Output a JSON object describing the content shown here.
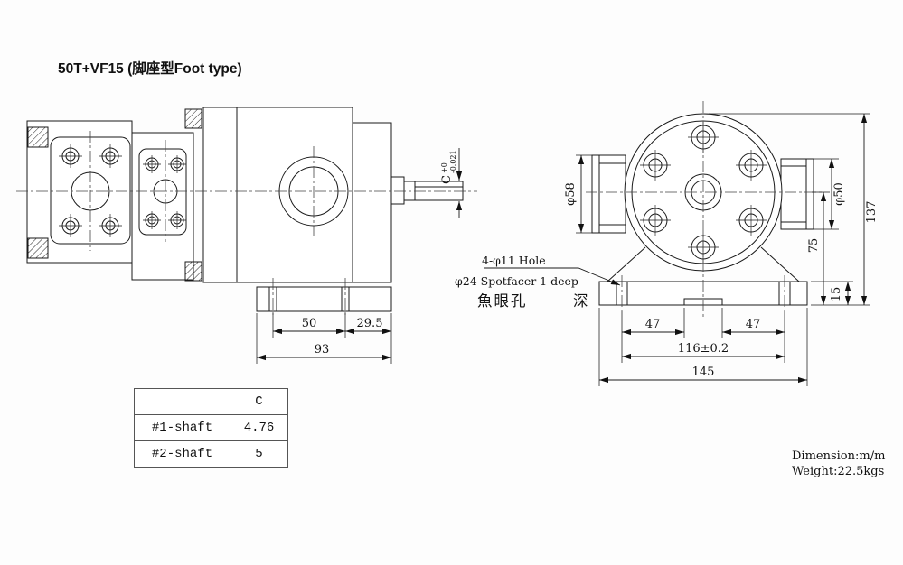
{
  "title": "50T+VF15 (脚座型Foot type)",
  "side_view": {
    "dim_50": "50",
    "dim_29_5": "29.5",
    "dim_93": "93",
    "shaft_dim": {
      "letter": "C",
      "upper_tol": "+0",
      "lower_tol": "-0.021"
    }
  },
  "front_view": {
    "dim_phi58": "φ58",
    "dim_phi50": "φ50",
    "dim_137": "137",
    "dim_75": "75",
    "dim_15": "15",
    "dim_47_left": "47",
    "dim_47_right": "47",
    "dim_116": "116±0.2",
    "dim_145": "145",
    "note_hole": "4-φ11 Hole",
    "note_spotfacer": "φ24 Spotfacer 1 deep",
    "note_cjk_spotface": "魚眼孔",
    "note_cjk_deep": "深"
  },
  "table": {
    "header_c": "C",
    "rows": [
      {
        "name": "#1-shaft",
        "value": "4.76"
      },
      {
        "name": "#2-shaft",
        "value": "5"
      }
    ]
  },
  "footer": {
    "dimension": "Dimension:m/m",
    "weight": "Weight:22.5kgs"
  }
}
